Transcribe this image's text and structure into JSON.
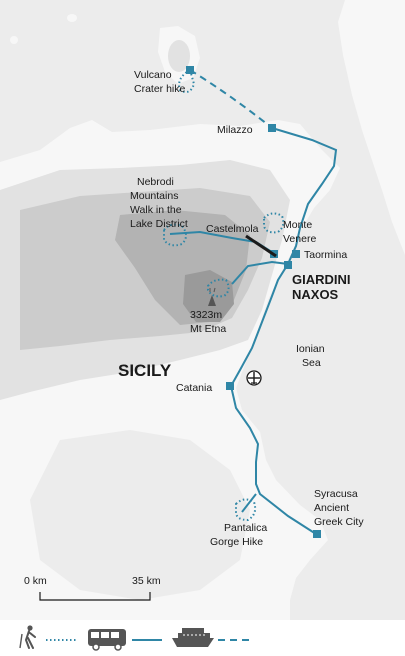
{
  "map": {
    "colors": {
      "sea": "#ececec",
      "land": "#f7f7f7",
      "relief1": "#e2e2e2",
      "relief2": "#cccccc",
      "relief3": "#b3b3b3",
      "relief4": "#9a9a9a",
      "route": "#2f86a6",
      "stop": "#2f86a6",
      "text": "#1a1a1a",
      "legend_icon": "#555555"
    },
    "labels": {
      "vulcano_1": "Vulcano",
      "vulcano_2": "Crater hike",
      "milazzo": "Milazzo",
      "nebrodi_1": "Nebrodi",
      "nebrodi_2": "Mountains",
      "nebrodi_3": "Walk in the",
      "nebrodi_4": "Lake District",
      "castelmola": "Castelmola",
      "monte_1": "Monte",
      "monte_2": "Venere",
      "taormina": "Taormina",
      "giardini_1": "GIARDINI",
      "giardini_2": "NAXOS",
      "etna_1": "3323m",
      "etna_2": "Mt Etna",
      "sicily": "SICILY",
      "ionian_1": "Ionian",
      "ionian_2": "Sea",
      "catania": "Catania",
      "syracusa_1": "Syracusa",
      "syracusa_2": "Ancient",
      "syracusa_3": "Greek City",
      "pantalica_1": "Pantalica",
      "pantalica_2": "Gorge Hike"
    },
    "scale": {
      "left_label": "0 km",
      "right_label": "35 km"
    },
    "icons": {
      "volcano": "volcano-icon",
      "airport": "airport-icon",
      "hiker": "hiker-icon",
      "bus": "bus-icon",
      "ferry": "ferry-icon"
    },
    "legend": [
      {
        "mode": "walk",
        "icon": "hiker-icon",
        "line": "dotted"
      },
      {
        "mode": "bus",
        "icon": "bus-icon",
        "line": "solid"
      },
      {
        "mode": "ferry",
        "icon": "ferry-icon",
        "line": "dashed"
      }
    ]
  }
}
